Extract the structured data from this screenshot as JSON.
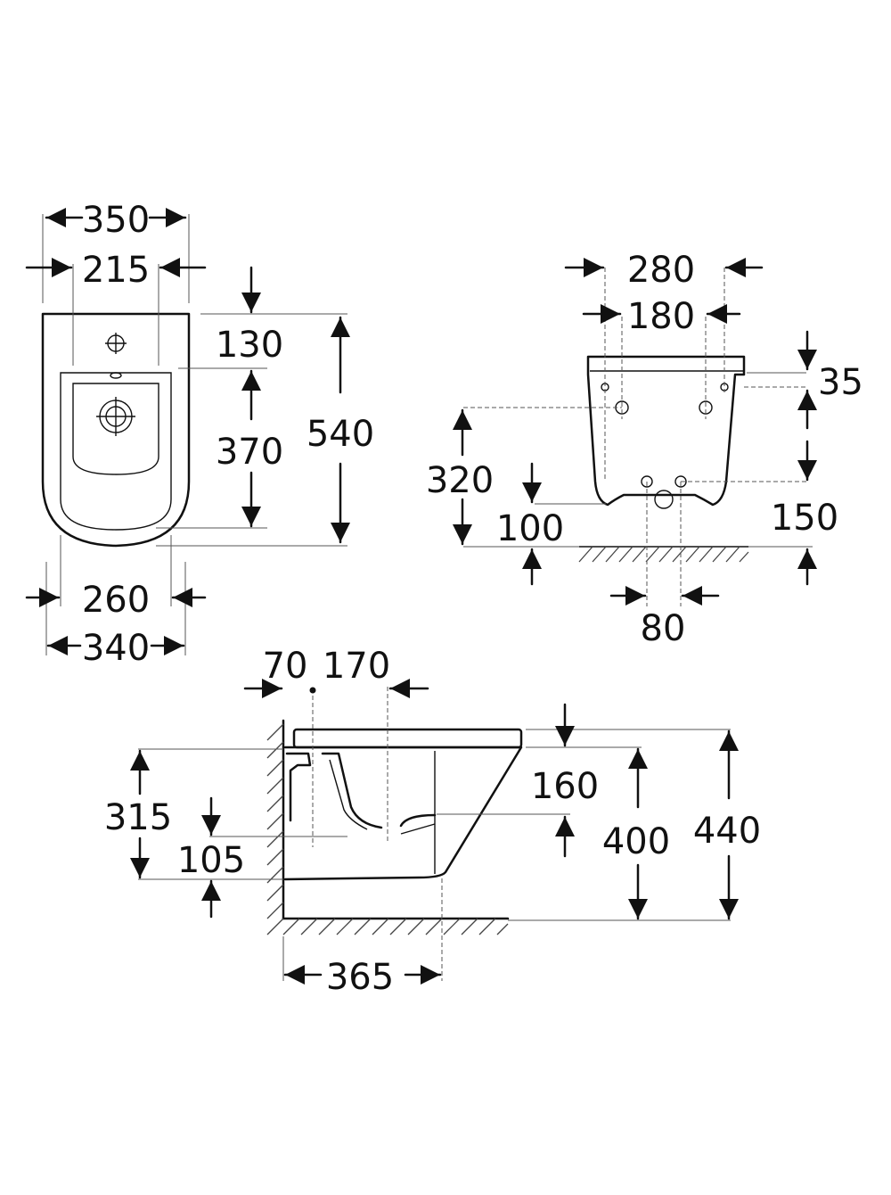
{
  "top_view": {
    "overall_width": "350",
    "inner_width": "215",
    "tap_offset": "130",
    "bowl_length": "370",
    "overall_length": "540",
    "front_width": "260",
    "base_width": "340"
  },
  "rear_view": {
    "bracket_outer": "280",
    "bracket_inner": "180",
    "top_offset": "35",
    "fixing_height": "320",
    "outlet_height": "100",
    "bottom_offset": "150",
    "pipe_spacing": "80"
  },
  "side_view": {
    "wall_to_axis": "70",
    "axis_to_outlet": "170",
    "rim_to_outlet": "160",
    "rim_height": "400",
    "top_height": "440",
    "inlet_height": "315",
    "outlet_floor_height": "105",
    "projection": "365"
  }
}
